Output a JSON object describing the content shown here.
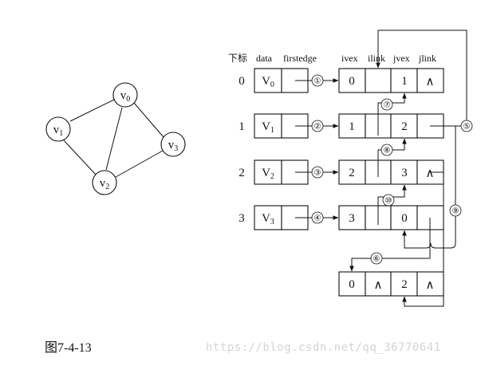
{
  "graph": {
    "vertices": [
      {
        "id": "v0",
        "base": "v",
        "sub": "0"
      },
      {
        "id": "v1",
        "base": "v",
        "sub": "1"
      },
      {
        "id": "v2",
        "base": "v",
        "sub": "2"
      },
      {
        "id": "v3",
        "base": "v",
        "sub": "3"
      }
    ],
    "edges": [
      [
        "v0",
        "v1"
      ],
      [
        "v0",
        "v2"
      ],
      [
        "v0",
        "v3"
      ],
      [
        "v1",
        "v2"
      ],
      [
        "v2",
        "v3"
      ]
    ]
  },
  "table": {
    "headers": {
      "index": "下标",
      "data": "data",
      "firstedge": "firstedge",
      "ivex": "ivex",
      "ilink": "ilink",
      "jvex": "jvex",
      "jlink": "jlink"
    },
    "rows": [
      {
        "index": "0",
        "base": "V",
        "sub": "0"
      },
      {
        "index": "1",
        "base": "V",
        "sub": "1"
      },
      {
        "index": "2",
        "base": "V",
        "sub": "2"
      },
      {
        "index": "3",
        "base": "V",
        "sub": "3"
      }
    ]
  },
  "edge_nodes": [
    {
      "ivex": "0",
      "jvex": "1",
      "jlink_null": "∧"
    },
    {
      "ivex": "1",
      "jvex": "2"
    },
    {
      "ivex": "2",
      "jvex": "3",
      "jlink_null": "∧"
    },
    {
      "ivex": "3",
      "jvex": "0"
    },
    {
      "ivex": "0",
      "ilink_null": "∧",
      "jvex": "2",
      "jlink_null": "∧"
    }
  ],
  "pointer_labels": [
    "①",
    "②",
    "③",
    "④",
    "⑤",
    "⑥",
    "⑦",
    "⑧",
    "⑨",
    "⑩"
  ],
  "caption": "图7-4-13",
  "watermark": "https://blog.csdn.net/qq_36770641"
}
